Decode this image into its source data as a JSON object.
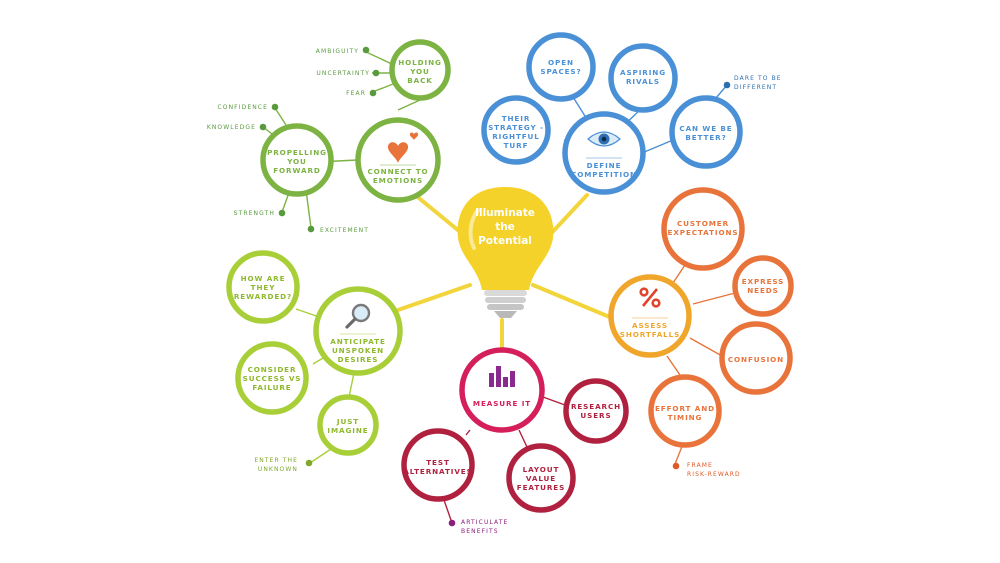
{
  "center": {
    "lines": [
      "Illuminate",
      "the",
      "Potential"
    ]
  },
  "colors": {
    "green": "#7cb342",
    "lime": "#a8cf38",
    "blue": "#4a90d6",
    "orange": "#e8743b",
    "gold": "#f0a62a",
    "magenta": "#d41f5a",
    "crimson": "#b0213f",
    "bulb": "#f5d22a",
    "connector": "#f2d43b"
  },
  "emotions": {
    "hub": [
      "CONNECT TO",
      "EMOTIONS"
    ],
    "icon": "heart-icon",
    "holding": [
      "HOLDING",
      "YOU",
      "BACK"
    ],
    "propelling": [
      "PROPELLING",
      "YOU",
      "FORWARD"
    ],
    "leaves_holding": [
      "AMBIGUITY",
      "UNCERTAINTY",
      "FEAR"
    ],
    "leaves_propelling": [
      "CONFIDENCE",
      "KNOWLEDGE",
      "STRENGTH",
      "EXCITEMENT"
    ]
  },
  "competition": {
    "hub": [
      "DEFINE",
      "COMPETITION"
    ],
    "icon": "eye-icon",
    "open": [
      "OPEN",
      "SPACES?"
    ],
    "aspiring": [
      "ASPIRING",
      "RIVALS"
    ],
    "strategy": [
      "THEIR",
      "STRATEGY -",
      "RIGHTFUL",
      "TURF"
    ],
    "better": [
      "CAN WE BE",
      "BETTER?"
    ],
    "leaf_better": [
      "DARE TO BE",
      "DIFFERENT"
    ]
  },
  "shortfalls": {
    "hub": [
      "ASSESS",
      "SHORTFALLS"
    ],
    "icon": "percent-icon",
    "customer": [
      "CUSTOMER",
      "EXPECTATIONS"
    ],
    "express": [
      "EXPRESS",
      "NEEDS"
    ],
    "confusion": [
      "CONFUSION"
    ],
    "effort": [
      "EFFORT AND",
      "TIMING"
    ],
    "leaf_effort": [
      "FRAME",
      "RISK-REWARD"
    ]
  },
  "measure": {
    "hub": [
      "MEASURE IT"
    ],
    "icon": "bar-chart-icon",
    "research": [
      "RESEARCH",
      "USERS"
    ],
    "layout": [
      "LAYOUT",
      "VALUE",
      "FEATURES"
    ],
    "test": [
      "TEST",
      "ALTERNATIVES"
    ],
    "leaf_test": [
      "ARTICULATE",
      "BENEFITS"
    ]
  },
  "desires": {
    "hub": [
      "ANTICIPATE",
      "UNSPOKEN",
      "DESIRES"
    ],
    "icon": "magnifier-icon",
    "rewarded": [
      "HOW ARE",
      "THEY",
      "REWARDED?"
    ],
    "success": [
      "CONSIDER",
      "SUCCESS VS",
      "FAILURE"
    ],
    "imagine": [
      "JUST",
      "IMAGINE"
    ],
    "leaf_imagine": [
      "ENTER THE",
      "UNKNOWN"
    ]
  }
}
